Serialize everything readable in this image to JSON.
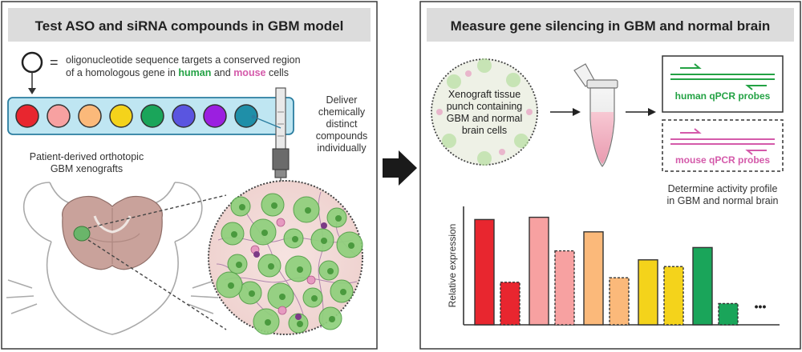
{
  "left_panel": {
    "title": "Test ASO and siRNA compounds in GBM model",
    "legend": {
      "equals": "=",
      "line1": "oligonucleotide sequence targets a conserved region",
      "line2_prefix": "of a homologous gene in ",
      "human": "human",
      "and": " and ",
      "mouse": "mouse",
      "line2_suffix": " cells"
    },
    "compound_colors": [
      "#e8262f",
      "#f7a1a1",
      "#fbb97a",
      "#f4d31b",
      "#1aa55a",
      "#5a55e0",
      "#9b1fe0",
      "#1f8fa8"
    ],
    "deliver_lines": [
      "Deliver",
      "chemically",
      "distinct",
      "compounds",
      "individually"
    ],
    "xenograft_lines": [
      "Patient-derived orthotopic",
      "GBM xenografts"
    ]
  },
  "right_panel": {
    "title": "Measure gene silencing in GBM and normal brain",
    "punch_lines": [
      "Xenograft tissue",
      "punch containing",
      "GBM and normal",
      "brain cells"
    ],
    "human_probe": "human qPCR probes",
    "mouse_probe": "mouse qPCR probes",
    "activity_lines": [
      "Determine activity profile",
      "in GBM and normal brain"
    ],
    "ellipsis": "•••"
  },
  "colors": {
    "human_green": "#23a244",
    "mouse_pink": "#d45aaa",
    "panel_header": "#dcdcdc",
    "cassette": "#bfe6f2"
  },
  "chart_data": {
    "type": "bar",
    "ylabel": "Relative expression",
    "bars": [
      {
        "color": "#e8262f",
        "style": "solid",
        "value": 0.94
      },
      {
        "color": "#e8262f",
        "style": "dashed",
        "value": 0.38
      },
      {
        "color": "#f7a1a1",
        "style": "solid",
        "value": 0.96
      },
      {
        "color": "#f7a1a1",
        "style": "dashed",
        "value": 0.66
      },
      {
        "color": "#fbb97a",
        "style": "solid",
        "value": 0.83
      },
      {
        "color": "#fbb97a",
        "style": "dashed",
        "value": 0.42
      },
      {
        "color": "#f4d31b",
        "style": "solid",
        "value": 0.58
      },
      {
        "color": "#f4d31b",
        "style": "dashed",
        "value": 0.52
      },
      {
        "color": "#1aa55a",
        "style": "solid",
        "value": 0.69
      },
      {
        "color": "#1aa55a",
        "style": "dashed",
        "value": 0.19
      }
    ]
  }
}
